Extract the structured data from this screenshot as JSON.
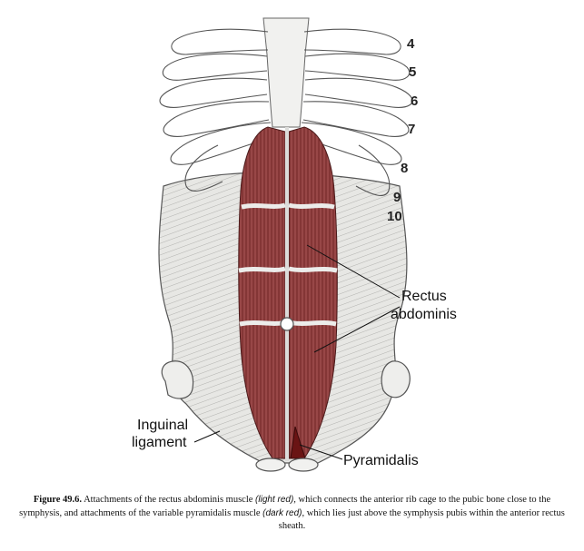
{
  "figure": {
    "rib_numbers": [
      "4",
      "5",
      "6",
      "7",
      "8",
      "9",
      "10"
    ],
    "labels": {
      "rectus_line1": "Rectus",
      "rectus_line2": "abdominis",
      "inguinal_line1": "Inguinal",
      "inguinal_line2": "ligament",
      "pyramidalis": "Pyramidalis"
    },
    "colors": {
      "muscle_light_red": "#8e3a3a",
      "muscle_dark_red": "#6a1414",
      "bone": "#f1f1ef",
      "sheath": "#e6e6e3"
    }
  },
  "caption": {
    "figure_label": "Figure 49.6.",
    "text1": " Attachments of the rectus abdominis muscle ",
    "light_red": "(light red)",
    "text2": ", which connects the anterior rib cage to the pubic bone close to the symphysis, and attachments of the variable pyramidalis muscle ",
    "dark_red": "(dark red)",
    "text3": ", which lies just above the symphysis pubis within the anterior rectus sheath."
  }
}
